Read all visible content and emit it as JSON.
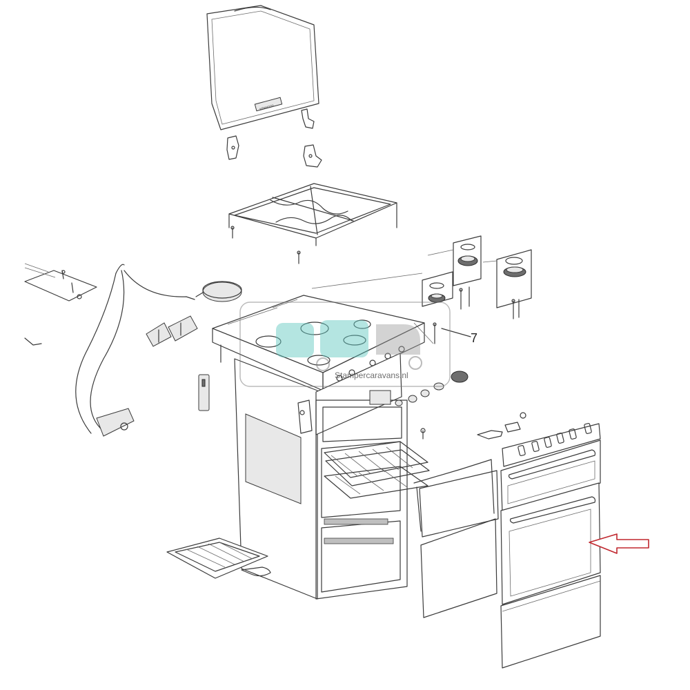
{
  "diagram": {
    "callout_number": "7",
    "watermark_text": "Stampercaravans.nl",
    "hob_lid_logo": "KENWOOD",
    "arrow_color": "#c0262d",
    "watermark_color": "#5fc7c0"
  }
}
